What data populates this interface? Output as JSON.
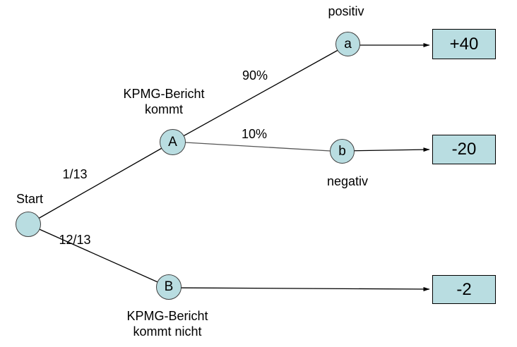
{
  "diagram": {
    "type": "decision-tree",
    "nodes": {
      "start": {
        "label": "Start"
      },
      "A": {
        "letter": "A",
        "caption_line1": "KPMG-Bericht",
        "caption_line2": "kommt"
      },
      "B": {
        "letter": "B",
        "caption_line1": "KPMG-Bericht",
        "caption_line2": "kommt nicht"
      },
      "a": {
        "letter": "a",
        "caption": "positiv"
      },
      "b": {
        "letter": "b",
        "caption": "negativ"
      }
    },
    "edge_labels": {
      "start_to_A": "1/13",
      "start_to_B": "12/13",
      "A_to_a": "90%",
      "A_to_b": "10%"
    },
    "outcomes": {
      "from_a": "+40",
      "from_b": "-20",
      "from_B": "-2"
    },
    "colors": {
      "node_fill": "#b9dde1",
      "node_border": "#404040",
      "box_border": "#000000",
      "line": "#000000",
      "background": "#ffffff"
    }
  }
}
